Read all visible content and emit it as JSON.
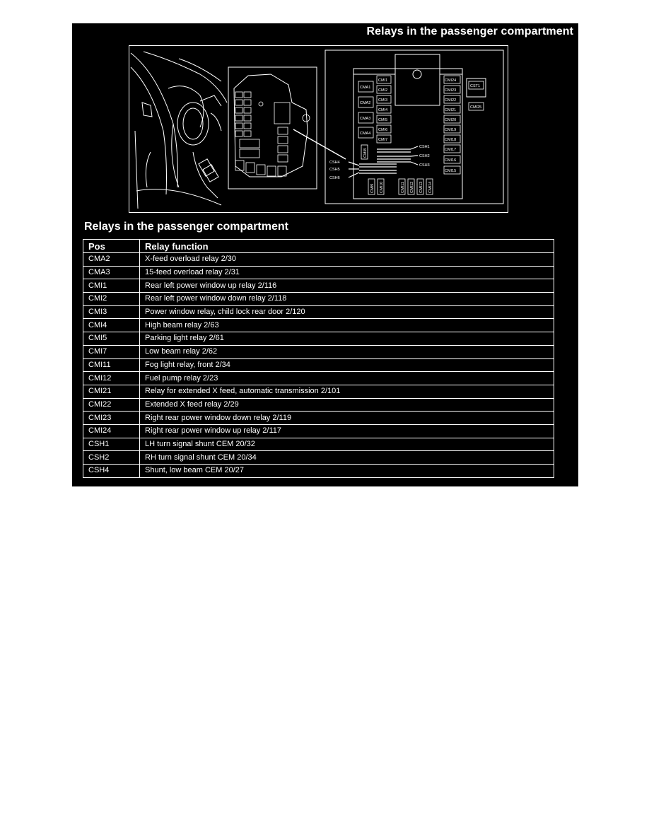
{
  "page": {
    "title": "Relays in the passenger compartment"
  },
  "diagram": {
    "relay_labels": {
      "cmi1": "CMI1",
      "cmi2": "CMI2",
      "cmi3": "CMI3",
      "cmi4": "CMI4",
      "cmi5": "CMI5",
      "cmi6": "CMI6",
      "cmi7": "CMI7",
      "cma1": "CMA1",
      "cma2": "CMA2",
      "cma3": "CMA3",
      "cma4": "CMA4",
      "cmi8": "CMI8",
      "cmi9": "CMI9",
      "cmi10": "CMI10",
      "cmi11": "CMI11",
      "cmi12": "CMI12",
      "cmi13": "CMI13",
      "cmi14": "CMI14",
      "cmi15": "CMI15",
      "cmi16": "CMI16",
      "cmi17": "CMI17",
      "cmi18": "CMI18",
      "cmi19": "CMI19",
      "cmi20": "CMI20",
      "cmi21": "CMI21",
      "cmi22": "CMI22",
      "cmi23": "CMI23",
      "cmi24": "CMI24",
      "cmi25": "CMI25",
      "cst1": "CST1"
    },
    "shunt_labels": {
      "csh1": "CSH1",
      "csh2": "CSH2",
      "csh3": "CSH3",
      "csh4": "CSH4",
      "csh5": "CSH5",
      "csh6": "CSH6"
    }
  },
  "table": {
    "title": "Relays in the passenger compartment",
    "headers": {
      "pos": "Pos",
      "function": "Relay function"
    },
    "rows": [
      {
        "pos": "CMA2",
        "function": "X-feed overload relay 2/30"
      },
      {
        "pos": "CMA3",
        "function": "15-feed overload relay 2/31"
      },
      {
        "pos": "CMI1",
        "function": "Rear left power window up relay 2/116"
      },
      {
        "pos": "CMI2",
        "function": "Rear left power window down relay 2/118"
      },
      {
        "pos": "CMI3",
        "function": "Power window relay, child lock rear door 2/120"
      },
      {
        "pos": "CMI4",
        "function": "High beam relay 2/63"
      },
      {
        "pos": "CMI5",
        "function": "Parking light relay 2/61"
      },
      {
        "pos": "CMI7",
        "function": "Low beam relay 2/62"
      },
      {
        "pos": "CMI11",
        "function": "Fog light relay, front 2/34"
      },
      {
        "pos": "CMI12",
        "function": "Fuel pump relay 2/23"
      },
      {
        "pos": "CMI21",
        "function": "Relay for extended X feed, automatic transmission 2/101"
      },
      {
        "pos": "CMI22",
        "function": "Extended X feed relay 2/29"
      },
      {
        "pos": "CMI23",
        "function": "Right rear power window down relay 2/119"
      },
      {
        "pos": "CMI24",
        "function": "Right rear power window up relay 2/117"
      },
      {
        "pos": "CSH1",
        "function": "LH turn signal shunt CEM 20/32"
      },
      {
        "pos": "CSH2",
        "function": "RH turn signal shunt CEM 20/34"
      },
      {
        "pos": "CSH4",
        "function": "Shunt, low beam CEM 20/27"
      }
    ]
  }
}
